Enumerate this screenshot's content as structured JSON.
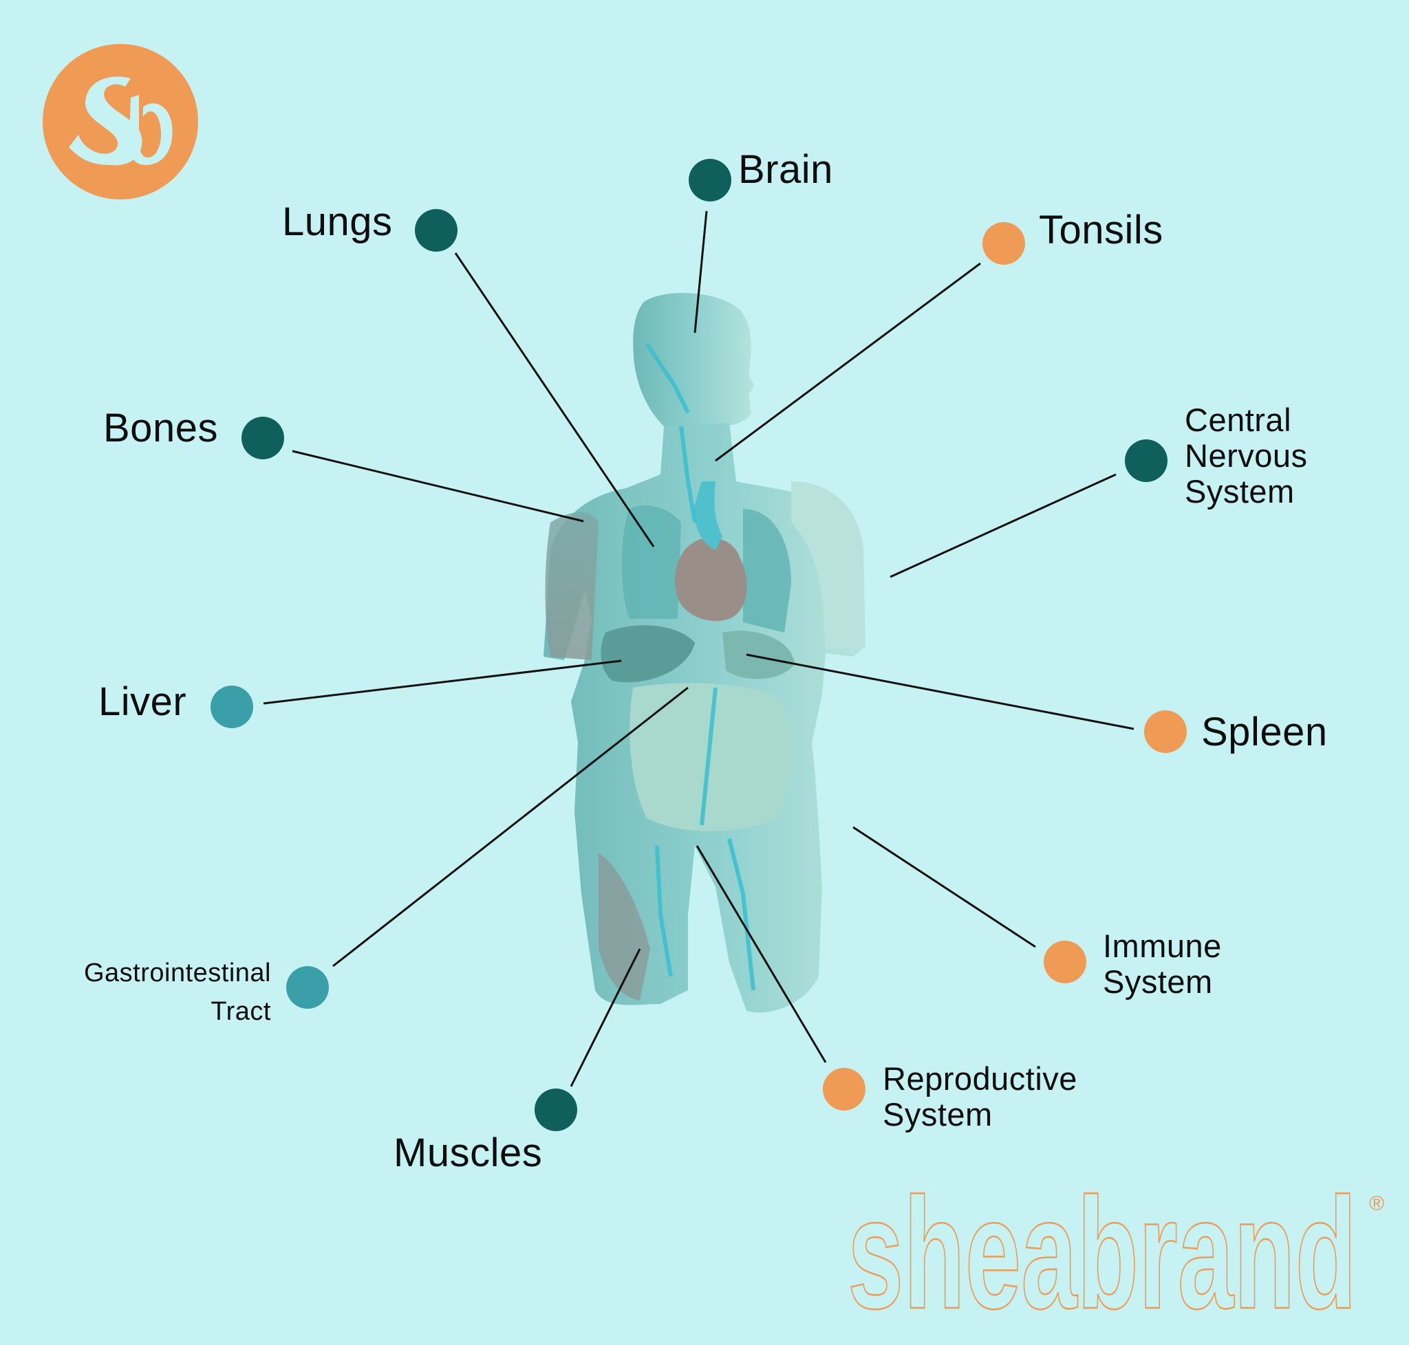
{
  "logo": {
    "monogram": "Sb",
    "color": "#ef9a55"
  },
  "background_color": "#c6f2f3",
  "colors": {
    "dark_teal": "#0f5f5d",
    "mid_teal": "#3a9fa8",
    "orange": "#ef9a55",
    "line": "#111111"
  },
  "figure": {
    "description": "Anatomical illustration of human torso showing organs, vessels and muscles"
  },
  "labels": {
    "brain": "Brain",
    "lungs": "Lungs",
    "tonsils": "Tonsils",
    "bones": "Bones",
    "cns_1": "Central",
    "cns_2": "Nervous",
    "cns_3": "System",
    "liver": "Liver",
    "spleen": "Spleen",
    "gi_1": "Gastrointestinal",
    "gi_2": "Tract",
    "immune_1": "Immune",
    "immune_2": "System",
    "reproductive_1": "Reproductive",
    "reproductive_2": "System",
    "muscles": "Muscles"
  },
  "brand": {
    "wordmark": "sheabrand",
    "registered": "®"
  }
}
